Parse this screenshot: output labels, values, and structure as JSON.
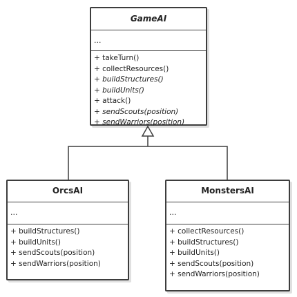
{
  "classes": {
    "gameai": {
      "name": "GameAI",
      "fields": "...",
      "methods": [
        {
          "text": "+ takeTurn()",
          "abstract": false
        },
        {
          "text": "+ collectResources()",
          "abstract": false
        },
        {
          "text": "+ buildStructures()",
          "abstract": true
        },
        {
          "text": "+ buildUnits()",
          "abstract": true
        },
        {
          "text": "+ attack()",
          "abstract": false
        },
        {
          "text": "+ sendScouts(position)",
          "abstract": true
        },
        {
          "text": "+ sendWarriors(position)",
          "abstract": true
        }
      ]
    },
    "orcsai": {
      "name": "OrcsAI",
      "fields": "...",
      "methods": [
        {
          "text": "+ buildStructures()",
          "abstract": false
        },
        {
          "text": "+ buildUnits()",
          "abstract": false
        },
        {
          "text": "+ sendScouts(position)",
          "abstract": false
        },
        {
          "text": "+ sendWarriors(position)",
          "abstract": false
        }
      ]
    },
    "monstersai": {
      "name": "MonstersAI",
      "fields": "...",
      "methods": [
        {
          "text": "+ collectResources()",
          "abstract": false
        },
        {
          "text": "+ buildStructures()",
          "abstract": false
        },
        {
          "text": "+ buildUnits()",
          "abstract": false
        },
        {
          "text": "+ sendScouts(position)",
          "abstract": false
        },
        {
          "text": "+ sendWarriors(position)",
          "abstract": false
        }
      ]
    }
  },
  "relations": [
    {
      "type": "inheritance",
      "from": "orcsai",
      "to": "gameai"
    },
    {
      "type": "inheritance",
      "from": "monstersai",
      "to": "gameai"
    }
  ],
  "colors": {
    "border": "#3d3d3d",
    "text": "#222222",
    "background": "#ffffff"
  }
}
